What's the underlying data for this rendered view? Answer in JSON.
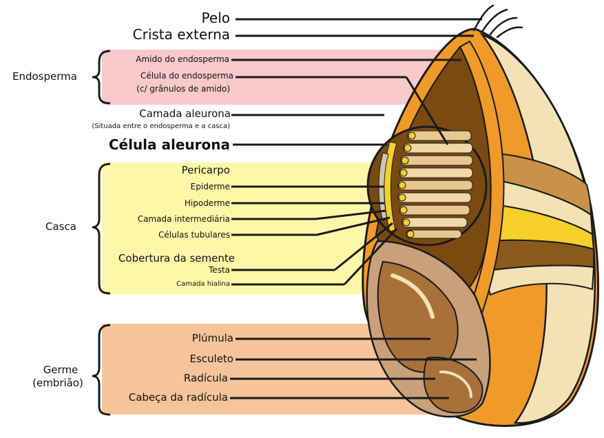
{
  "labels": {
    "pelo": "Pelo",
    "crista_externa": "Crista externa",
    "amido_endosperma": "Amido do endosperma",
    "celula_endosperma": "Célula do endosperma",
    "celula_endosperma_sub": "(c/ grânulos de amido)",
    "camada_aleurona": "Camada aleurona",
    "camada_aleurona_sub": "(Situada entre o endosperma e a casca)",
    "celula_aleurona": "Célula aleurona",
    "pericarpo": "Pericarpo",
    "epiderme": "Epiderme",
    "hipoderme": "Hipoderme",
    "camada_intermediaria": "Camada intermediária",
    "celulas_tubulares": "Células tubulares",
    "cobertura_semente": "Cobertura da semente",
    "testa": "Testa",
    "camada_hialina": "Camada hialina",
    "plumula": "Plúmula",
    "escutelo": "Esculeto",
    "radicula": "Radícula",
    "cabeca_radicula": "Cabeça da radícula"
  },
  "groups": {
    "endosperma": "Endosperma",
    "casca": "Casca",
    "germe_line1": "Germe",
    "germe_line2": "(embrião)"
  },
  "colors": {
    "endosperma_band": "#f8c9c9",
    "casca_band": "#fff7a8",
    "germe_band": "#f6c49a",
    "outer_skin": "#f09a2a",
    "endosperm_dark": "#7a4a12",
    "husk_light": "#f2e2b6",
    "husk_tan": "#c8924a",
    "husk_yellow": "#f6cf2a",
    "germ_brown": "#a9713a",
    "germ_light": "#c8a07a",
    "outline": "#1a1a1a"
  }
}
